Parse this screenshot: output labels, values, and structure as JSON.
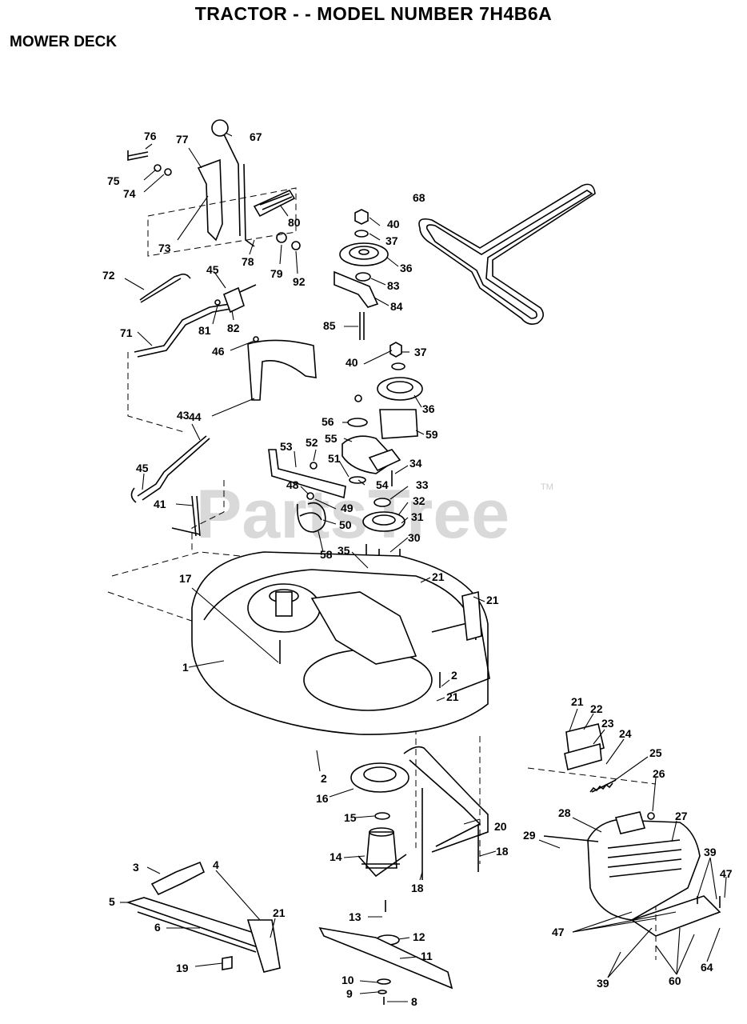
{
  "header": {
    "title": "TRACTOR - - MODEL NUMBER 7H4B6A",
    "section": "MOWER DECK"
  },
  "watermark": {
    "text": "PartsTree",
    "tm": "TM"
  },
  "callouts": {
    "c1": "1",
    "c2a": "2",
    "c2b": "2",
    "c3": "3",
    "c4": "4",
    "c5": "5",
    "c6": "6",
    "c8": "8",
    "c9": "9",
    "c10": "10",
    "c11": "11",
    "c12": "12",
    "c13": "13",
    "c14": "14",
    "c15": "15",
    "c16": "16",
    "c17": "17",
    "c18a": "18",
    "c18b": "18",
    "c19": "19",
    "c20": "20",
    "c21a": "21",
    "c21b": "21",
    "c21c": "21",
    "c21d": "21",
    "c21e": "21",
    "c22": "22",
    "c23": "23",
    "c24": "24",
    "c25": "25",
    "c26": "26",
    "c27": "27",
    "c28": "28",
    "c29": "29",
    "c30": "30",
    "c31": "31",
    "c32": "32",
    "c33": "33",
    "c34": "34",
    "c35": "35",
    "c36a": "36",
    "c36b": "36",
    "c37a": "37",
    "c37b": "37",
    "c39a": "39",
    "c39b": "39",
    "c40a": "40",
    "c40b": "40",
    "c41": "41",
    "c43": "43",
    "c44": "44",
    "c45a": "45",
    "c45b": "45",
    "c46": "46",
    "c47a": "47",
    "c47b": "47",
    "c48": "48",
    "c49": "49",
    "c50": "50",
    "c51": "51",
    "c52": "52",
    "c53": "53",
    "c54": "54",
    "c55": "55",
    "c56": "56",
    "c58": "58",
    "c59": "59",
    "c60": "60",
    "c64": "64",
    "c67": "67",
    "c68": "68",
    "c71": "71",
    "c72": "72",
    "c73": "73",
    "c74": "74",
    "c75": "75",
    "c76": "76",
    "c77": "77",
    "c78": "78",
    "c79": "79",
    "c80": "80",
    "c81": "81",
    "c82": "82",
    "c83": "83",
    "c84": "84",
    "c85": "85",
    "c92": "92"
  }
}
